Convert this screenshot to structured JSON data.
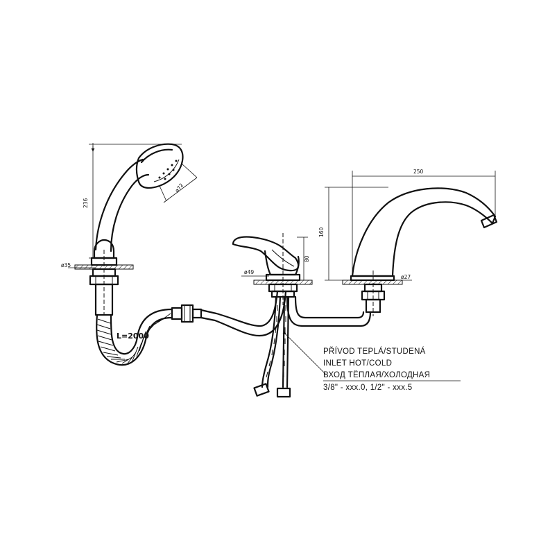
{
  "dimensions": {
    "shower_height": "236",
    "shower_head_diameter": "ø72",
    "shower_hole_diameter": "ø35",
    "hose_length": "L=2000",
    "mixer_hole_diameter": "ø49",
    "mixer_height": "80",
    "spout_width": "250",
    "spout_height": "160",
    "spout_hole_diameter": "ø27"
  },
  "inlet_note": {
    "line1": "PŘÍVOD TEPLÁ/STUDENÁ",
    "line2": "INLET HOT/COLD",
    "line3": "ВХОД ТЁПЛАЯ/ХОЛОДНАЯ",
    "line4": "3/8\" - xxx.0, 1/2\" - xxx.5"
  },
  "colors": {
    "line": "#111111",
    "background": "#ffffff"
  }
}
